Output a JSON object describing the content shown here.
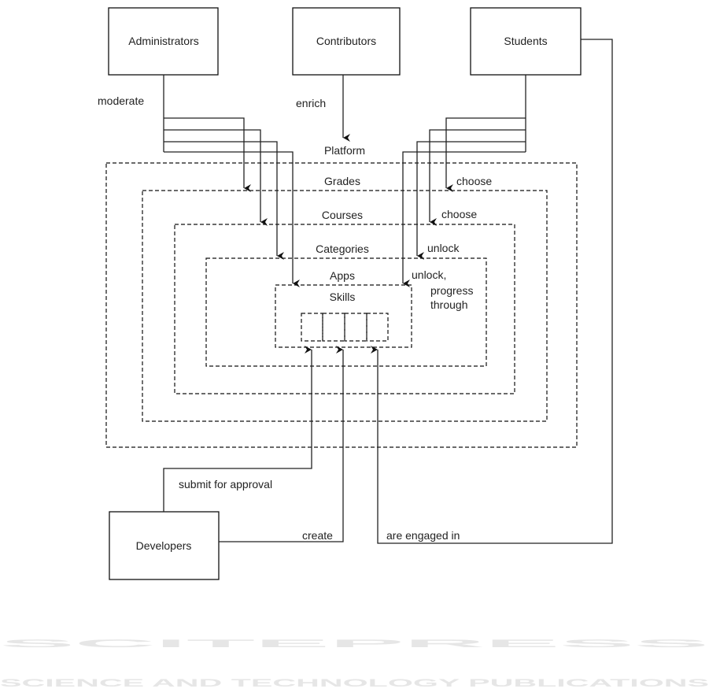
{
  "watermark": {
    "title": "SCITEPRESS",
    "subtitle": "SCIENCE AND TECHNOLOGY PUBLICATIONS"
  },
  "actors": {
    "administrators": "Administrators",
    "contributors": "Contributors",
    "students": "Students",
    "developers": "Developers"
  },
  "containers": {
    "platform": "Platform",
    "grades": "Grades",
    "courses": "Courses",
    "categories": "Categories",
    "apps": "Apps",
    "skills": "Skills"
  },
  "edges": {
    "moderate": "moderate",
    "enrich": "enrich",
    "choose_grades": "choose",
    "choose_courses": "choose",
    "unlock_categories": "unlock",
    "unlock_apps_1": "unlock,",
    "unlock_apps_2": "progress",
    "unlock_apps_3": "through",
    "submit": "submit for approval",
    "create": "create",
    "engaged": "are engaged in"
  }
}
